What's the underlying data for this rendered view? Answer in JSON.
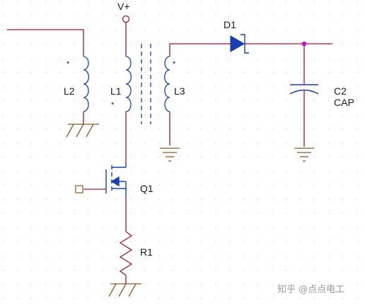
{
  "labels": {
    "vplus": "V+",
    "d1": "D1",
    "l1": "L1",
    "l2": "L2",
    "l3": "L3",
    "q1": "Q1",
    "r1": "R1",
    "c2": "C2",
    "cap": "CAP",
    "dot_mark": "*"
  },
  "watermark": "知乎 @点点电工",
  "colors": {
    "background": "#ffffff",
    "grid_dot": "#c9c9c9",
    "wire_red": "#b0103a",
    "component_blue": "#1a3fb3",
    "ground_brown": "#8a5a2b",
    "net_dot": "#d200d2",
    "label_text": "#1a1a1a",
    "watermark_text": "#9a9a9a"
  }
}
